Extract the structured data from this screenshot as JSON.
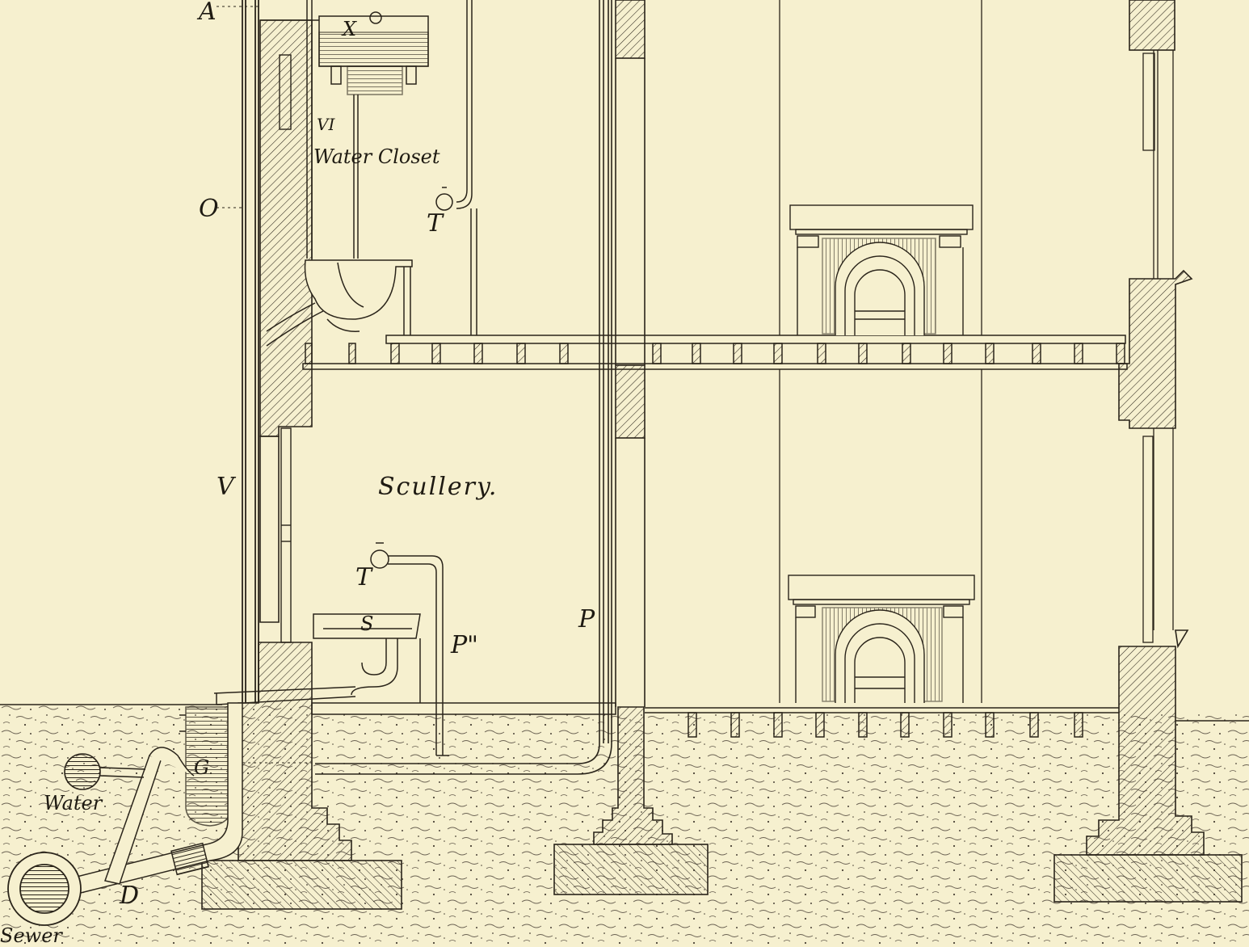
{
  "labels": {
    "a": "A",
    "x": "X",
    "vi": "VI",
    "water_closet": "Water Closet",
    "o": "O",
    "t_upper": "T",
    "v": "V",
    "scullery": "Scullery.",
    "t_lower": "T",
    "s": "S",
    "p_double": "P\"",
    "p": "P",
    "g": "G",
    "water": "Water",
    "d": "D",
    "sewer": "Sewer"
  },
  "colors": {
    "paper": "#f6f0cf",
    "ink": "#2a241a"
  }
}
